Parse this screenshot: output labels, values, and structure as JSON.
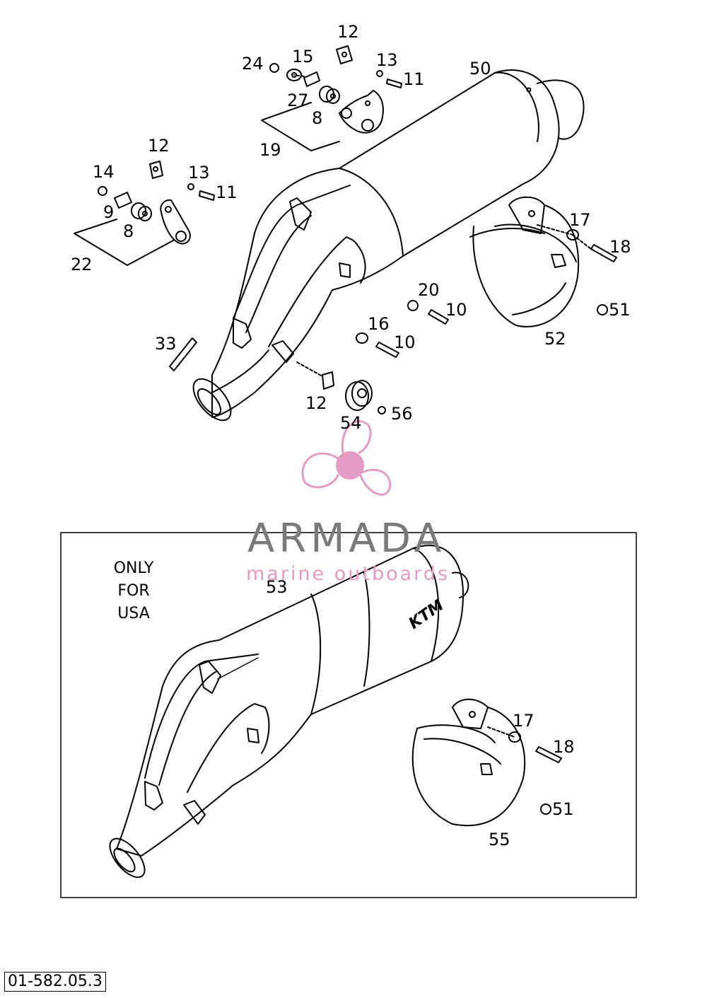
{
  "diagram": {
    "callouts_main": [
      "12",
      "24",
      "15",
      "13",
      "11",
      "50",
      "27",
      "8",
      "19",
      "12",
      "14",
      "13",
      "11",
      "9",
      "8",
      "22",
      "17",
      "18",
      "20",
      "10",
      "51",
      "16",
      "10",
      "52",
      "33",
      "12",
      "54",
      "56"
    ],
    "callouts_usa": [
      "53",
      "17",
      "18",
      "51",
      "55"
    ],
    "usa_note": [
      "ONLY",
      "FOR",
      "USA"
    ],
    "usa_panel_logo": "KTM",
    "document_number": "01-582.05.3"
  },
  "watermark": {
    "brand": "ARMADA",
    "tagline": "marine outboards",
    "colors": {
      "text": "#7a7a7a",
      "accent": "#e59ac6"
    }
  }
}
